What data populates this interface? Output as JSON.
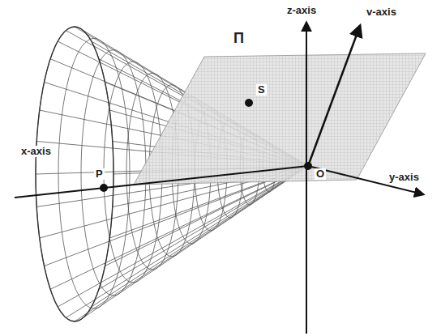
{
  "diagram": {
    "labels": [
      "z-axis",
      "v-axis",
      "Π",
      "S",
      "x-axis",
      "P",
      "O",
      "y-axis"
    ]
  }
}
